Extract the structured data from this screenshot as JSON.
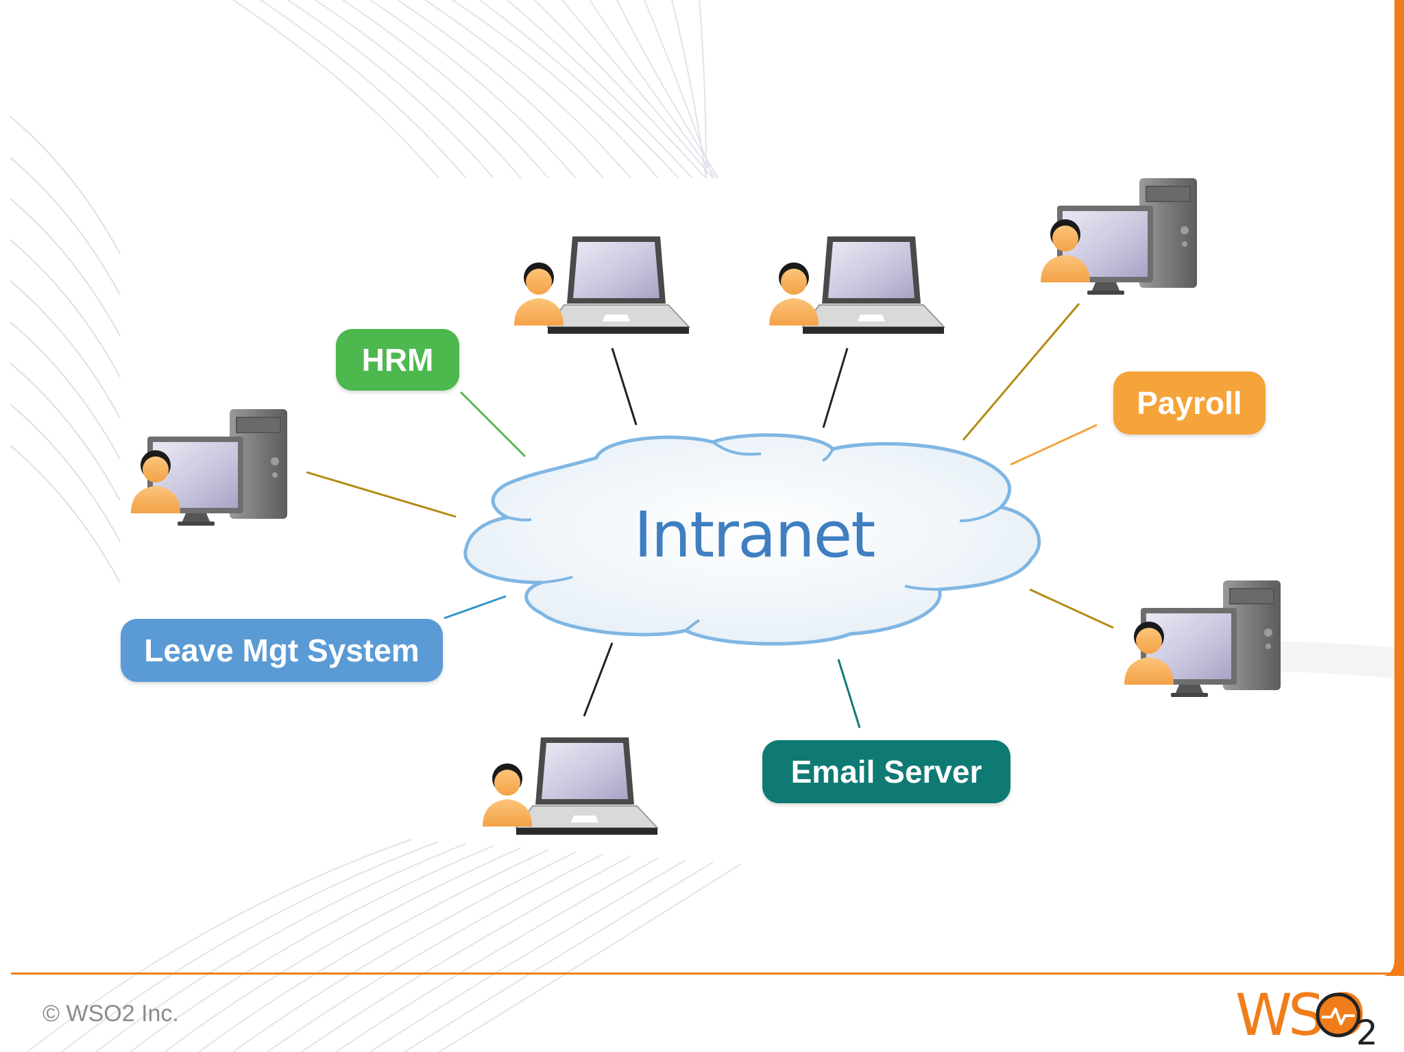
{
  "center": {
    "label": "Intranet"
  },
  "systems": {
    "hrm": "HRM",
    "payroll": "Payroll",
    "leave": "Leave Mgt System",
    "email": "Email Server"
  },
  "footer": {
    "copyright": "© WSO2 Inc.",
    "logo_text": "WSO",
    "logo_sub": "2"
  },
  "colors": {
    "hrm": "#4cb84e",
    "payroll": "#f5a43a",
    "leave": "#5b9bd5",
    "email": "#0f7a73",
    "accent": "#f07d1a",
    "cloud_stroke": "#7fb6e3"
  },
  "icons": [
    "laptop-user-icon",
    "desktop-user-icon",
    "cloud-icon"
  ]
}
